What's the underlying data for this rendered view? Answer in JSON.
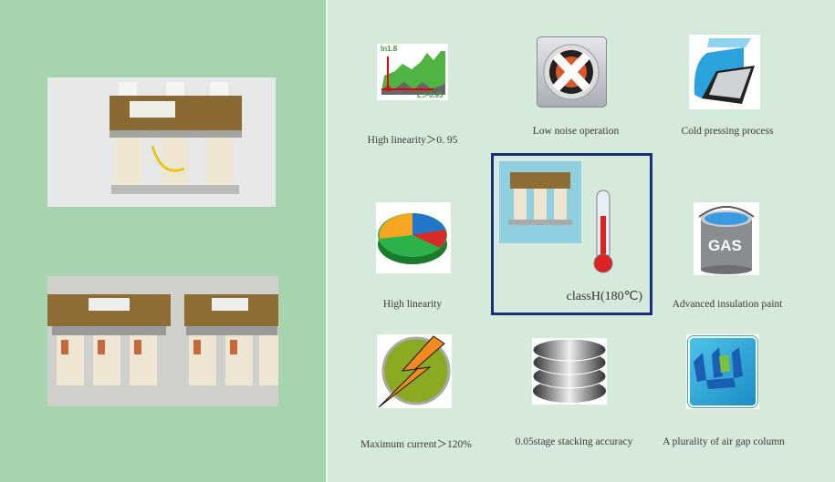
{
  "features": [
    {
      "label": "High linearity＞0. 95",
      "icon": "linearity-chart-icon",
      "icon_text_top": "In1.8",
      "icon_text_bottom": "L＞0.95"
    },
    {
      "label": "Low noise operation",
      "icon": "muted-speaker-icon"
    },
    {
      "label": "Cold pressing process",
      "icon": "cold-press-film-icon"
    },
    {
      "label": "High linearity",
      "icon": "pie-chart-icon"
    },
    {
      "label": "classH(180℃)",
      "icon": "thermometer-reactor-icon"
    },
    {
      "label": "Advanced insulation paint",
      "icon": "paint-can-icon",
      "icon_text": "GAS"
    },
    {
      "label": "Maximum current＞120%",
      "icon": "lightning-icon"
    },
    {
      "label": "0.05stage stacking accuracy",
      "icon": "stacked-discs-icon"
    },
    {
      "label": "A plurality of air gap column",
      "icon": "air-gap-column-icon"
    }
  ],
  "colors": {
    "left_bg": "#a6d4ae",
    "right_bg": "#d6eadb",
    "highlight_border": "#1f2c7a"
  }
}
